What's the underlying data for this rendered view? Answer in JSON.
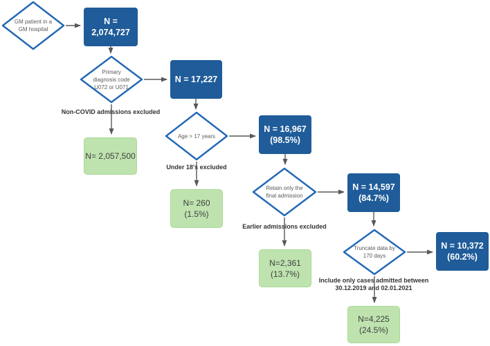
{
  "nodes": {
    "start": {
      "text": "GM patient in a\nGM hospital"
    },
    "count_total": {
      "text": "N = 2,074,727"
    },
    "decision_diagnosis": {
      "text": "Primary\ndiagnosis code\nU072 or U071"
    },
    "count_covid": {
      "text": "N = 17,227"
    },
    "excluded_non_covid": {
      "text": "N= 2,057,500"
    },
    "decision_age": {
      "text": "Age > 17 years"
    },
    "count_adults": {
      "text": "N = 16,967\n(98.5%)"
    },
    "excluded_under_18": {
      "text": "N= 260\n(1.5%)"
    },
    "decision_final": {
      "text": "Retain only the\nfinal admission"
    },
    "count_final": {
      "text": "N = 14,597\n(84.7%)"
    },
    "excluded_earlier": {
      "text": "N=2,361\n(13.7%)"
    },
    "decision_truncate": {
      "text": "Truncate data by\n170 days"
    },
    "count_truncated": {
      "text": "N = 10,372\n(60.2%)"
    },
    "excluded_date_window": {
      "text": "N=4,225\n(24.5%)"
    }
  },
  "edge_labels": {
    "non_covid": "Non-COVID admissions excluded",
    "under_18": "Under 18's excluded",
    "earlier": "Earlier admissions excluded",
    "date_window": "Include only cases admitted between\n30.12.2019 and 02.01.2021"
  },
  "colors": {
    "count_box_fill": "#1F5C99",
    "count_box_text": "#FFFFFF",
    "decision_border": "#2368B5",
    "decision_fill": "#FFFFFF",
    "decision_text": "#595959",
    "excluded_box_fill": "#BFE3AF",
    "excluded_box_border": "#ABD897",
    "excluded_box_text": "#3F3F3F",
    "edge_label_text": "#333333",
    "arrow_color": "#585858"
  }
}
